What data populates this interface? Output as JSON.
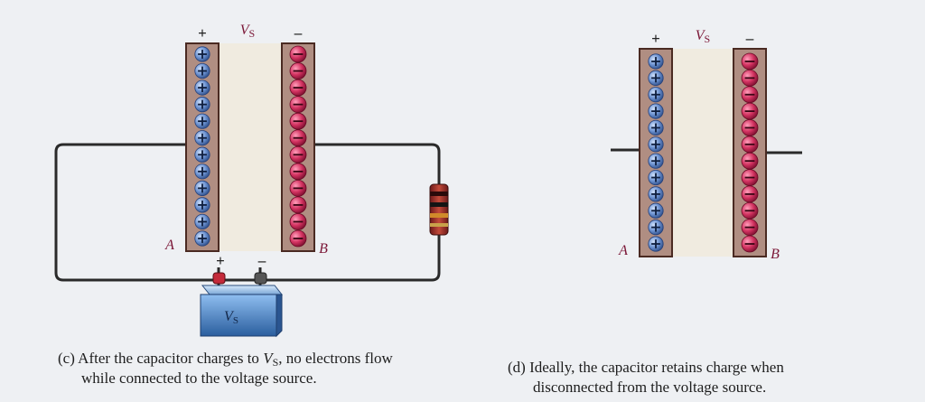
{
  "panel_c": {
    "plus_sign": "+",
    "minus_sign": "–",
    "vs_label": "V",
    "vs_sub": "S",
    "plate_a_label": "A",
    "plate_b_label": "B",
    "battery_plus": "+",
    "battery_minus": "–",
    "battery_label": "V",
    "battery_sub": "S",
    "caption_prefix": "(c) After the capacitor charges to ",
    "caption_vs": "V",
    "caption_vs_sub": "S",
    "caption_suffix": ", no electrons flow",
    "caption_line2": "while connected to the voltage source."
  },
  "panel_d": {
    "plus_sign": "+",
    "minus_sign": "–",
    "vs_label": "V",
    "vs_sub": "S",
    "plate_a_label": "A",
    "plate_b_label": "B",
    "caption_line1": "(d) Ideally, the capacitor retains charge when",
    "caption_line2": "disconnected from the voltage source."
  },
  "colors": {
    "background": "#eef0f3",
    "plate": "#b08e82",
    "plate_border": "#4a2a22",
    "dielectric": "#f0ebe0",
    "positive_charge": "#5a82c4",
    "negative_charge": "#c42a55",
    "wire": "#2a2a2a",
    "battery": "#3f7cc2",
    "label": "#7a1535"
  }
}
